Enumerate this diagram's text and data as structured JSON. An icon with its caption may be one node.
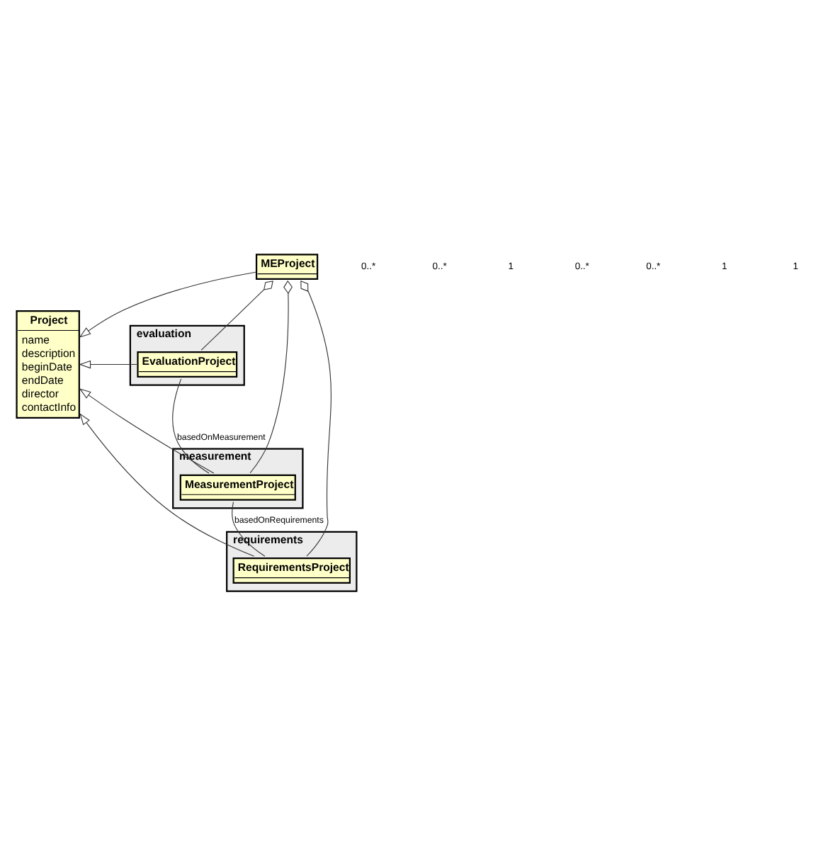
{
  "diagram": {
    "nodes": [
      {
        "text": [
          "Project",
          "name",
          "description",
          "beginDate",
          "endDate",
          "director",
          "contactInfo"
        ]
      },
      {
        "text": [
          "MEProject"
        ]
      },
      {
        "text": [
          "evaluation"
        ]
      },
      {
        "text": [
          "EvaluationProject"
        ],
        "in": 2
      },
      {
        "text": [
          "measurement"
        ]
      },
      {
        "text": [
          "MeasurementProject"
        ],
        "in": 4
      },
      {
        "text": [
          "requirements"
        ]
      },
      {
        "text": [
          "RequirementsProject"
        ],
        "in": 6
      }
    ],
    "edges": [
      {
        "from": 1,
        "to": 0,
        "arrow": "to"
      },
      {
        "from": 3,
        "to": 0,
        "arrow": "to"
      },
      {
        "from": 5,
        "to": 0,
        "arrow": "to"
      },
      {
        "from": 7,
        "to": 0,
        "arrow": "to"
      },
      {
        "from": 1,
        "to": 3,
        "arrow": "other"
      },
      {
        "from": 1,
        "to": 5,
        "arrow": "other"
      },
      {
        "from": 1,
        "to": 7,
        "arrow": "other"
      },
      {
        "from": 3,
        "to": 5,
        "arrow": "none",
        "label": "basedOnMeasurement"
      },
      {
        "from": 5,
        "to": 7,
        "arrow": "none",
        "label": "basedOnRequirements"
      }
    ],
    "labels": [
      "0..*",
      "0..*",
      "1",
      "0..*",
      "0..*",
      "1",
      "1"
    ]
  }
}
